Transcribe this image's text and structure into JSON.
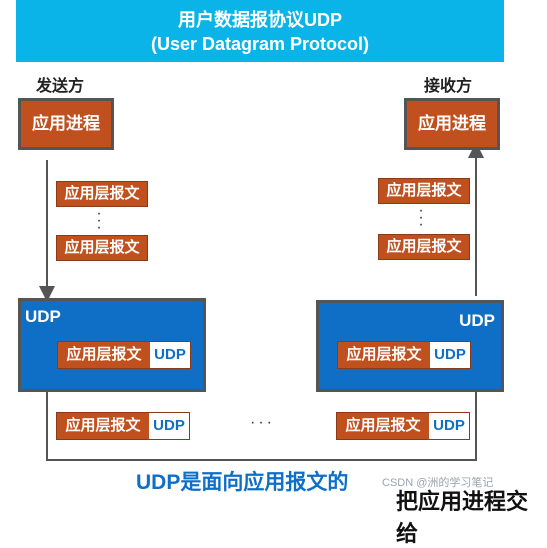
{
  "title": {
    "line1": "用户数据报协议UDP",
    "line2": "(User Datagram Protocol)"
  },
  "sender": {
    "label": "发送方",
    "process": "应用进程",
    "messages": [
      "应用层报文",
      "应用层报文"
    ],
    "udp_label": "UDP",
    "packet": {
      "payload": "应用层报文",
      "header": "UDP"
    }
  },
  "receiver": {
    "label": "接收方",
    "process": "应用进程",
    "messages": [
      "应用层报文",
      "应用层报文"
    ],
    "udp_label": "UDP",
    "packet": {
      "payload": "应用层报文",
      "header": "UDP"
    }
  },
  "transit": {
    "left_packet": {
      "payload": "应用层报文",
      "header": "UDP"
    },
    "right_packet": {
      "payload": "应用层报文",
      "header": "UDP"
    },
    "ellipsis": "···"
  },
  "caption": "UDP是面向应用报文的",
  "watermark": "CSDN @洲的学习笔记",
  "cutoff_text": "把应用进程交给"
}
